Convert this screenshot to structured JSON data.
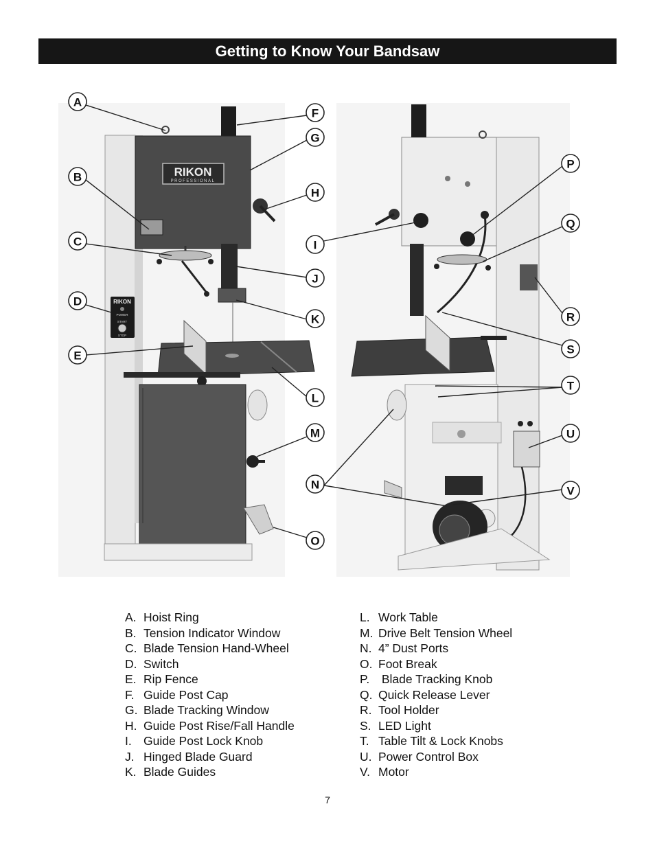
{
  "page": {
    "title": "Getting to Know Your Bandsaw",
    "page_number": "7"
  },
  "brand": {
    "logo_text": "RIKON",
    "logo_sub": "PROFESSIONAL",
    "switch_labels": [
      "POWER",
      "START",
      "STOP"
    ]
  },
  "callouts": [
    "A",
    "B",
    "C",
    "D",
    "E",
    "F",
    "G",
    "H",
    "I",
    "J",
    "K",
    "L",
    "M",
    "N",
    "O",
    "P",
    "Q",
    "R",
    "S",
    "T",
    "U",
    "V"
  ],
  "legend_left": [
    {
      "key": "A.",
      "label": "Hoist  Ring"
    },
    {
      "key": "B.",
      "label": "Tension Indicator Window"
    },
    {
      "key": "C.",
      "label": "Blade Tension Hand-Wheel"
    },
    {
      "key": "D.",
      "label": "Switch"
    },
    {
      "key": "E.",
      "label": "Rip Fence"
    },
    {
      "key": "F.",
      "label": "Guide Post Cap"
    },
    {
      "key": "G.",
      "label": "Blade Tracking Window"
    },
    {
      "key": "H.",
      "label": "Guide Post Rise/Fall Handle"
    },
    {
      "key": "I.",
      "label": "Guide Post Lock Knob"
    },
    {
      "key": "J.",
      "label": "Hinged Blade Guard"
    },
    {
      "key": "K.",
      "label": "Blade Guides"
    }
  ],
  "legend_right": [
    {
      "key": "L.",
      "label": "Work Table"
    },
    {
      "key": "M.",
      "label": "Drive Belt Tension Wheel"
    },
    {
      "key": "N.",
      "label": "4” Dust Ports"
    },
    {
      "key": "O.",
      "label": "Foot Break"
    },
    {
      "key": "P.",
      "label": " Blade Tracking Knob"
    },
    {
      "key": "Q.",
      "label": "Quick Release Lever"
    },
    {
      "key": "R.",
      "label": "Tool Holder"
    },
    {
      "key": "S.",
      "label": "LED Light"
    },
    {
      "key": "T.",
      "label": "Table Tilt & Lock Knobs"
    },
    {
      "key": "U.",
      "label": "Power Control Box"
    },
    {
      "key": "V.",
      "label": "Motor"
    }
  ]
}
